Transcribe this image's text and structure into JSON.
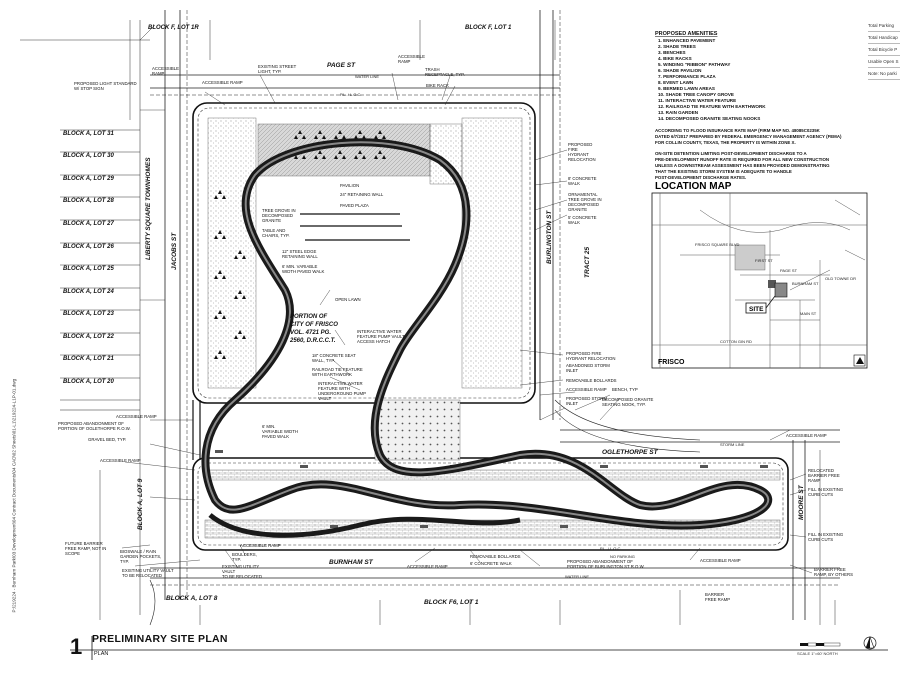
{
  "sheet": {
    "number": "1",
    "title": "PRELIMINARY SITE PLAN",
    "subtitle": "PLAN",
    "file_path": "P:\\219224 - Burnham Park\\03 Development\\04 Contract Documents\\04 CAD\\02 Sheets\\01-L1\\219224-L1P-01.dwg",
    "scale_text": "SCALE 1\"=60' NORTH"
  },
  "sidebar_rows": [
    "Total Parking",
    "Total Handicap",
    "Total Bicycle P",
    "Usable Open S",
    "Note: No parki"
  ],
  "lots_left": [
    "BLOCK A, LOT 31",
    "BLOCK A, LOT 30",
    "BLOCK A, LOT 29",
    "BLOCK A, LOT 28",
    "BLOCK A, LOT 27",
    "BLOCK A, LOT 26",
    "BLOCK A, LOT 25",
    "BLOCK A, LOT 24",
    "BLOCK A, LOT 23",
    "BLOCK A, LOT 22",
    "BLOCK A, LOT 21",
    "BLOCK A, LOT 20"
  ],
  "lots_other": {
    "top_left": "BLOCK F, LOT 1R",
    "top_right": "BLOCK F, LOT 1",
    "bottom_left_vertical": "BLOCK A, LOT 9",
    "bottom_mid": "BLOCK A, LOT 8",
    "bottom_right": "BLOCK F6, LOT 1",
    "townhomes": "LIBERTY SQUARE TOWNHOMES",
    "tract": "TRACT 25"
  },
  "streets": {
    "page": "PAGE ST",
    "jacobs": "JACOBS ST",
    "burlington": "BURLINGTON ST",
    "oglethorpe": "OGLETHORPE ST",
    "burnham": "BURNHAM ST",
    "moore": "MOORE ST"
  },
  "amenities": {
    "title": "PROPOSED AMENITIES",
    "items": [
      "1. ENHANCED PAVEMENT",
      "2. SHADE TREES",
      "3. BENCHES",
      "4. BIKE RACKS",
      "5. WINDING \"RIBBON\" PATHWAY",
      "6. SHADE PAVILION",
      "7. PERFORMANCE PLAZA",
      "8. EVENT LAWN",
      "9. BERMED LAWN AREAS",
      "10. SHADE TREE CANOPY GROVE",
      "11. INTERACTIVE WATER FEATURE",
      "12. RAILROAD TIE FEATURE WITH EARTHWORK",
      "13. RAIN GARDEN",
      "14. DECOMPOSED GRANITE SEATING NOOKS"
    ]
  },
  "notes": {
    "flood": [
      "ACCORDING TO FLOOD INSURANCE RATE MAP (FIRM MAP NO. 48085C0235K",
      "DATED 6/7/2017 PREPARED BY FEDERAL EMERGENCY MANAGEMENT AGENCY (FEMA)",
      "FOR COLLIN COUNTY, TEXAS, THE PROPERTY IS WITHIN ZONE X."
    ],
    "detention": [
      "ON-SITE DETENTION LIMITING POST-DEVELOPMENT DISCHARGE TO A",
      "PRE-DEVELOPMENT RUNOFF RATE IS REQUIRED FOR ALL NEW CONSTRUCTION",
      "UNLESS A DOWNSTREAM ASSESSMENT HAS BEEN PROVIDED DEMONSTRATING",
      "THAT THE EXISTING STORM SYSTEM IS ADEQUATE TO HANDLE",
      "POST-DEVELOPMENT DISCHARGE RATES."
    ]
  },
  "location_map": {
    "title": "LOCATION MAP",
    "site_label": "SITE",
    "city_label": "FRISCO",
    "roads": [
      "FRISCO SQUARE BLVD",
      "PAGE ST",
      "BURNHAM ST",
      "OLD TOWNE DR",
      "FIRST ST",
      "COTTON GIN RD",
      "MAIN ST"
    ]
  },
  "callouts_center": {
    "pavilion": "PAVILION",
    "retaining": "24\" RETAINING WALL",
    "plaza": "PAVED PLAZA",
    "tree_grove": [
      "TREE GROVE IN",
      "DECOMPOSED",
      "GRANITE"
    ],
    "table": [
      "TABLE AND",
      "CHAIRS, TYP."
    ],
    "steel_edge": [
      "12\" STEEL EDGE",
      "RETAINING WALL"
    ],
    "var_walk": [
      "6' MIN. VARIABLE",
      "WIDTH PAVED WALK"
    ],
    "open_lawn": "OPEN LAWN",
    "portion": [
      "PORTION OF",
      "CITY OF FRISCO",
      "VOL. 4721 PG.",
      "2560, D.R.C.C.T."
    ],
    "pump_vault": [
      "INTERACTIVE WATER",
      "FEATURE PUMP VAULT",
      "ACCESS HATCH"
    ],
    "seat_wall": [
      "18\" CONCRETE SEAT",
      "WALL, TYP."
    ],
    "railroad": [
      "RAILROAD TIE FEATURE",
      "WITH EARTHWORK"
    ],
    "water_feature": [
      "INTERACTIVE WATER",
      "FEATURE WITH",
      "UNDERGROUND PUMP",
      "VAULT"
    ],
    "var_walk2": [
      "6' MIN.",
      "VARIABLE WIDTH",
      "PAVED WALK"
    ]
  },
  "callouts_top": {
    "ramp_a": [
      "ACCESSIBLE",
      "RAMP"
    ],
    "light_std": [
      "PROPOSED LIGHT STANDARD",
      "W/ STOP SIGN"
    ],
    "street_light": [
      "EXISTING STREET",
      "LIGHT, TYP."
    ],
    "ramp_b": "ACCESSIBLE RAMP",
    "ramp_c": [
      "ACCESSIBLE",
      "RAMP"
    ],
    "trash": [
      "TRASH",
      "RECEPTACLE, TYP."
    ],
    "bike_rack": "BIKE RACK",
    "water_line": "WATER LINE",
    "plloc": "P.L. / L.O.C."
  },
  "callouts_right": {
    "hydrant": [
      "PROPOSED",
      "FIRE",
      "HYDRANT",
      "RELOCATION"
    ],
    "conc_walk": [
      "8' CONCRETE",
      "WALK"
    ],
    "ornamental": [
      "ORNAMENTAL",
      "TREE GROVE IN",
      "DECOMPOSED",
      "GRANITE"
    ],
    "conc_walk5": [
      "5' CONCRETE",
      "WALK"
    ],
    "hydrant2": [
      "PROPOSED FIRE",
      "HYDRANT RELOCATION"
    ],
    "abandoned_inlet": [
      "ABANDONED STORM",
      "INLET"
    ],
    "bollards": "REMOVABLE BOLLARDS",
    "ramp": "ACCESSIBLE RAMP",
    "bench": "BENCH, TYP",
    "storm_inlet": [
      "PROPOSED STORM",
      "INLET"
    ],
    "dg_nook": [
      "DECOMPOSED GRANITE",
      "SEATING NOOK, TYP."
    ],
    "ramp2": "ACCESSIBLE RAMP",
    "relocated_ramp": [
      "RELOCATED",
      "BARRIER FREE",
      "RAMP"
    ],
    "curb_cuts": [
      "FILL IN EXISTING",
      "CURB CUTS"
    ],
    "curb_cuts2": [
      "FILL IN EXISTING",
      "CURB CUTS"
    ],
    "barrier_free": [
      "BARRIER FREE",
      "RAMP, BY OTHERS"
    ],
    "barrier_free2": [
      "BARRIER",
      "FREE RAMP"
    ],
    "ramp3": "ACCESSIBLE RAMP"
  },
  "callouts_left": {
    "ramp": "ACCESSIBLE RAMP",
    "abandonment": [
      "PROPOSED ABANDONMENT OF",
      "PORTION OF OGLETHORPE R.O.W."
    ],
    "gravel": "GRAVEL BED, TYP.",
    "ramp2": "ACCESSIBLE RAMP",
    "future_ramp": [
      "FUTURE BARRIER",
      "FREE RAMP, NOT IN",
      "SCOPE"
    ],
    "bioswale": [
      "BIOSWALE / RAIN",
      "GARDEN POCKETS,",
      "TYP."
    ],
    "utility_vault": [
      "EXISTING UTILITY VAULT",
      "TO BE RELOCATED"
    ],
    "boulders": [
      "BOULDERS,",
      "TYP."
    ],
    "utility_vault2": [
      "EXISTING UTILITY",
      "VAULT",
      "TO BE RELOCATED"
    ]
  },
  "callouts_bottom": {
    "removable": "REMOVABLE BOLLARDS",
    "conc_walk": "6' CONCRETE WALK",
    "abandonment": [
      "PROPOSED ABANDONMENT OF",
      "PORTION OF BURLINGTON ST R.O.W."
    ],
    "ramp": "ACCESSIBLE RAMP",
    "ramp2": "ACCESSIBLE RAMP",
    "plloc": "P.L. / L.O.C.",
    "no_parking": "NO PARKING",
    "water_line": "WATER LINE",
    "storm_line": "STORM LINE"
  }
}
